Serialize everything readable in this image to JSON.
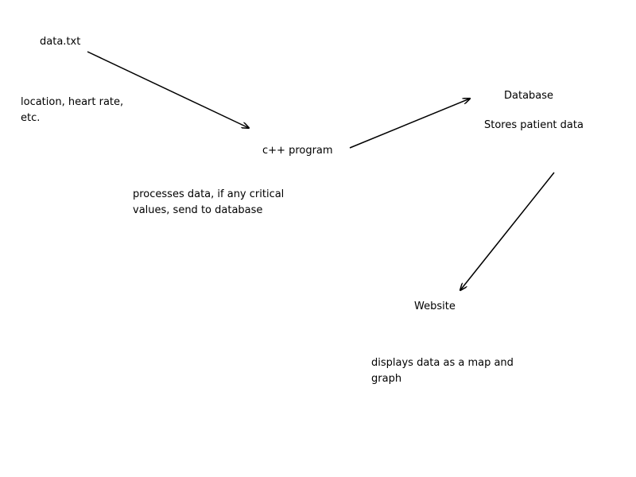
{
  "nodes": {
    "data_file": {
      "label": "data.txt",
      "description": "location, heart rate, etc."
    },
    "cpp_program": {
      "label": "c++ program",
      "description": "processes data, if any critical values, send to database"
    },
    "database": {
      "label": "Database",
      "description": "Stores patient data"
    },
    "website": {
      "label": "Website",
      "description": "displays data as a map and graph"
    }
  },
  "edges": [
    {
      "from": "data.txt",
      "to": "c++ program"
    },
    {
      "from": "c++ program",
      "to": "Database"
    },
    {
      "from": "Database",
      "to": "Website"
    }
  ],
  "colors": {
    "background": "#ffffff",
    "text": "#000000",
    "arrow": "#000000"
  }
}
